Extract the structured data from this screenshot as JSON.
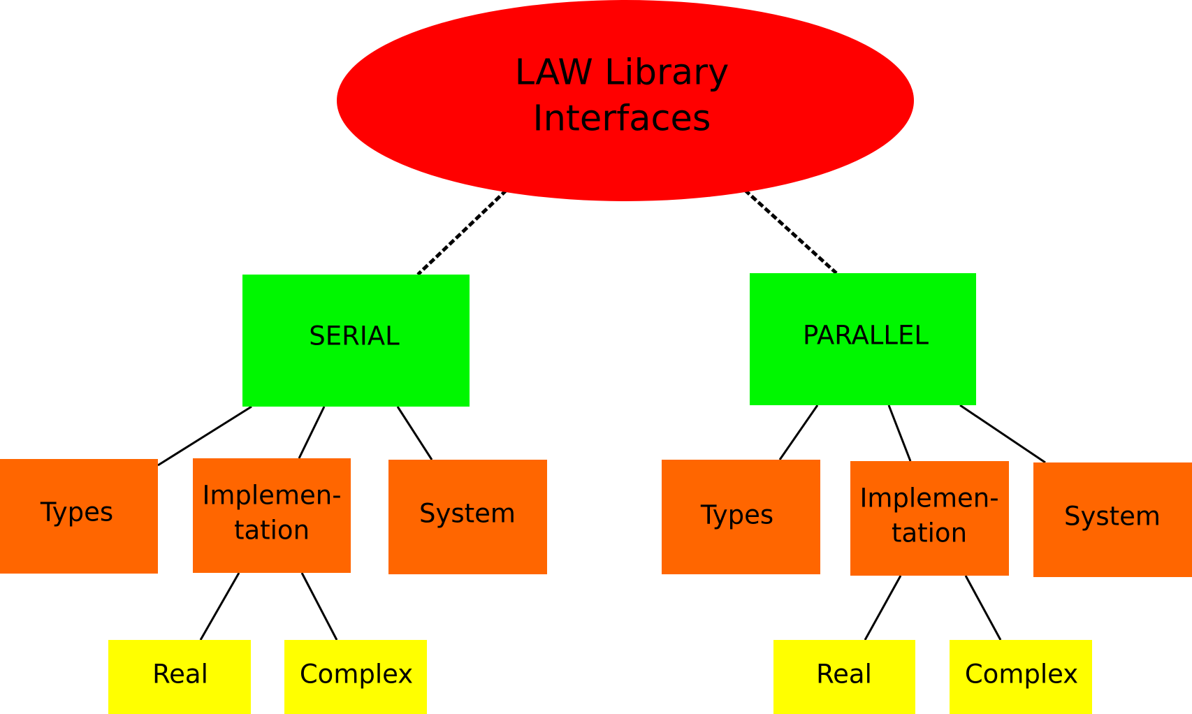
{
  "colors": {
    "root": "#ff0000",
    "category": "#00f700",
    "module": "#ff6600",
    "leaf": "#ffff00",
    "line": "#000000"
  },
  "root": {
    "line1": "LAW Library",
    "line2": "Interfaces"
  },
  "serial": {
    "label": "SERIAL",
    "types": "Types",
    "implementation_line1": "Implemen-",
    "implementation_line2": "tation",
    "system": "System",
    "real": "Real",
    "complex": "Complex"
  },
  "parallel": {
    "label": "PARALLEL",
    "types": "Types",
    "implementation_line1": "Implemen-",
    "implementation_line2": "tation",
    "system": "System",
    "real": "Real",
    "complex": "Complex"
  }
}
